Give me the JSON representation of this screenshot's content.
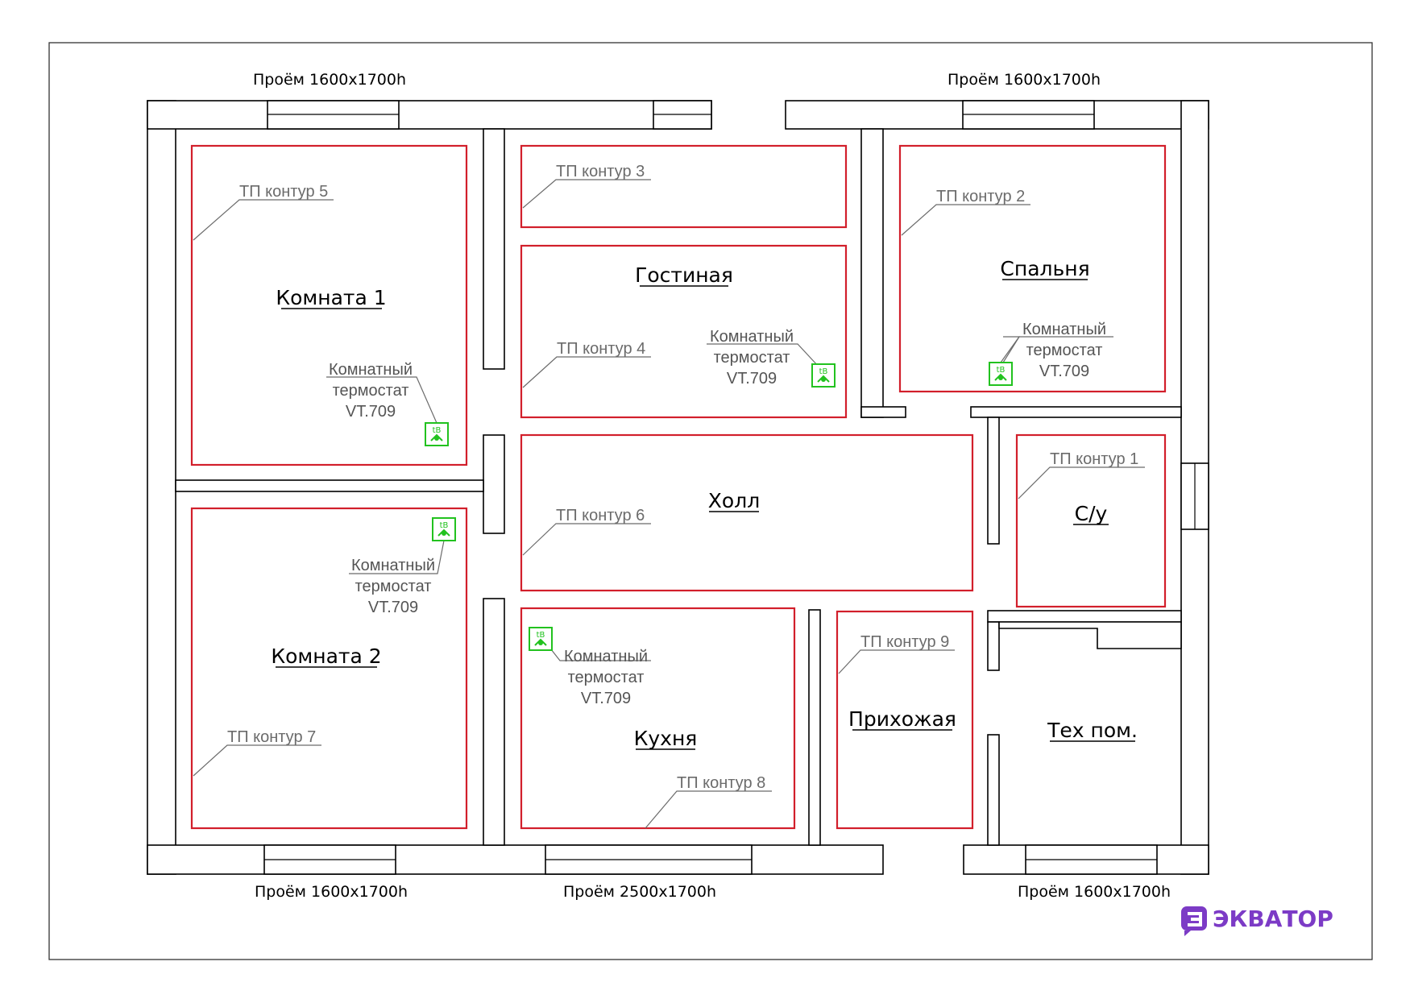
{
  "rooms": {
    "room1": "Комната 1",
    "room2": "Комната 2",
    "living": "Гостиная",
    "bedroom": "Спальня",
    "hall": "Холл",
    "bath": "С/у",
    "kitchen": "Кухня",
    "entry": "Прихожая",
    "tech": "Тех пом."
  },
  "loops": {
    "c1": "ТП контур 1",
    "c2": "ТП контур 2",
    "c3": "ТП контур 3",
    "c4": "ТП контур 4",
    "c5": "ТП контур 5",
    "c6": "ТП контур 6",
    "c7": "ТП контур 7",
    "c8": "ТП контур 8",
    "c9": "ТП контур 9"
  },
  "thermostat": {
    "line1": "Комнатный",
    "line2": "термостат",
    "line3": "VT.709",
    "icon": "room-thermostat-icon",
    "icon_text": "tB",
    "color": "#22c21f"
  },
  "openings": {
    "top_left": "Проём 1600х1700h",
    "top_right": "Проём 1600х1700h",
    "bottom_left": "Проём 1600х1700h",
    "bottom_middle": "Проём 2500х1700h",
    "bottom_right": "Проём 1600х1700h"
  },
  "brand": {
    "name": "ЭКВАТОР",
    "color": "#7c3bc6"
  },
  "colors": {
    "walls": "#000000",
    "heating_loops": "#d21f2b",
    "labels": "#6b6b6b"
  }
}
